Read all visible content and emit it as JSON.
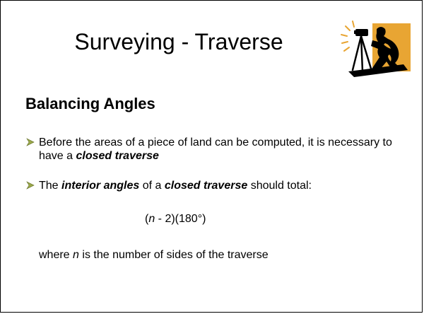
{
  "slide": {
    "title": "Surveying - Traverse",
    "subtitle": "Balancing Angles",
    "bullets": [
      {
        "pre": "Before the areas of a piece of land can be computed, it is necessary to have a ",
        "emph": "closed traverse",
        "post": ""
      },
      {
        "pre": "The ",
        "emph1": "interior angles",
        "mid": " of a ",
        "emph2": "closed traverse",
        "post": " should total:"
      }
    ],
    "formula": {
      "open": "(",
      "var": "n",
      "rest": " - 2)(180°)"
    },
    "note": {
      "pre": "where ",
      "var": "n",
      "post": " is the number of sides of the traverse"
    }
  },
  "colors": {
    "bullet_arrow": "#9aa84a",
    "clipart_sun": "#e8a533",
    "clipart_figure": "#000000"
  },
  "icons": {
    "clipart": "surveyor-with-tripod-icon",
    "bullet": "arrow-bullet-icon"
  }
}
